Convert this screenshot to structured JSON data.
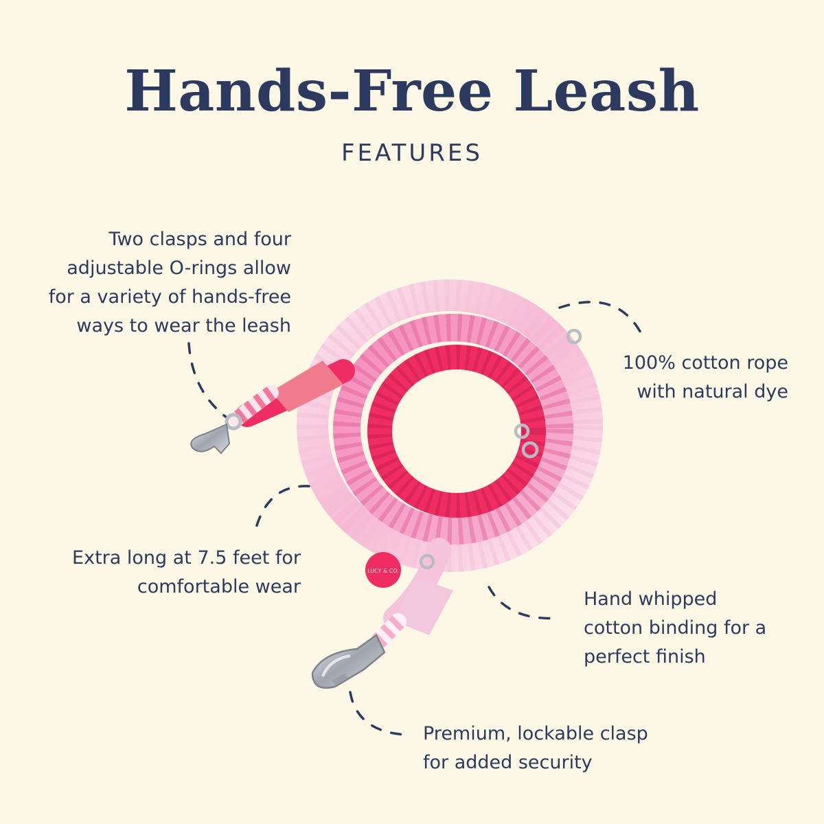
{
  "header": {
    "title": "Hands-Free Leash",
    "subtitle": "FEATURES"
  },
  "features": [
    {
      "lines": [
        "Two clasps and four",
        "adjustable O-rings allow",
        "for a variety of hands-free",
        "ways to wear the leash"
      ]
    },
    {
      "lines": [
        "100% cotton rope",
        "with natural dye"
      ]
    },
    {
      "lines": [
        "Extra long at 7.5 feet for",
        "comfortable wear"
      ]
    },
    {
      "lines": [
        "Hand whipped",
        "cotton binding for a",
        "perfect finish"
      ]
    },
    {
      "lines": [
        "Premium, lockable clasp",
        "for added security"
      ]
    }
  ],
  "product": {
    "tag_logo": "LUCY & CO."
  },
  "colors": {
    "background": "#fdf8e6",
    "text": "#2b3a5e",
    "rope_dark": "#ef2d63",
    "rope_mid": "#f06aa3",
    "rope_light": "#f9d6e6",
    "metal": "#b8bcc4"
  }
}
